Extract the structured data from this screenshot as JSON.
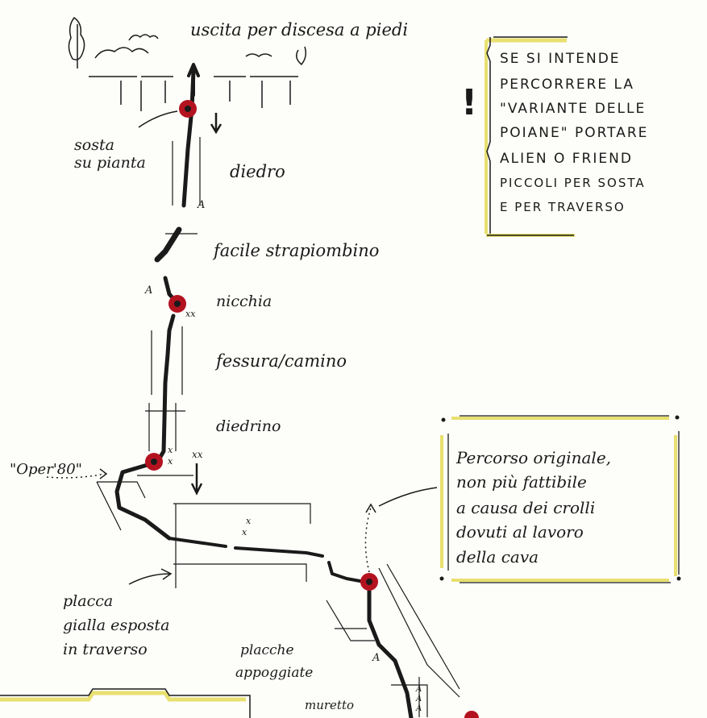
{
  "colors": {
    "ink": "#1a1a1a",
    "belay": "#b3121f",
    "highlight": "#e8e070",
    "paper": "#fdfdf9"
  },
  "labels": {
    "exit": "uscita per discesa a piedi",
    "belay_tree": [
      "sosta",
      "su pianta"
    ],
    "dihedral": "diedro",
    "easy_overhang": "facile strapiombino",
    "niche": "nicchia",
    "crack_chimney": "fessura/camino",
    "small_dihedral": "diedrino",
    "oper80": "\"Oper'80\"",
    "yellow_slab": [
      "placca",
      "gialla esposta",
      "in traverso"
    ],
    "slabs": [
      "placche",
      "appoggiate"
    ],
    "wall": "muretto"
  },
  "marks": {
    "piton": "A",
    "bolts": "x",
    "double_bolt": "xx"
  },
  "note_warning": {
    "icon": "exclamation-icon",
    "lines": [
      "SE SI INTENDE",
      "PERCORRERE LA",
      "\"VARIANTE DELLE",
      "POIANE\" PORTARE",
      "ALIEN O FRIEND",
      "PICCOLI PER SOSTA",
      "E PER TRAVERSO"
    ]
  },
  "note_original": {
    "lines": [
      "Percorso originale,",
      "non più fattibile",
      "a causa dei crolli",
      "dovuti al lavoro",
      "della cava"
    ]
  }
}
